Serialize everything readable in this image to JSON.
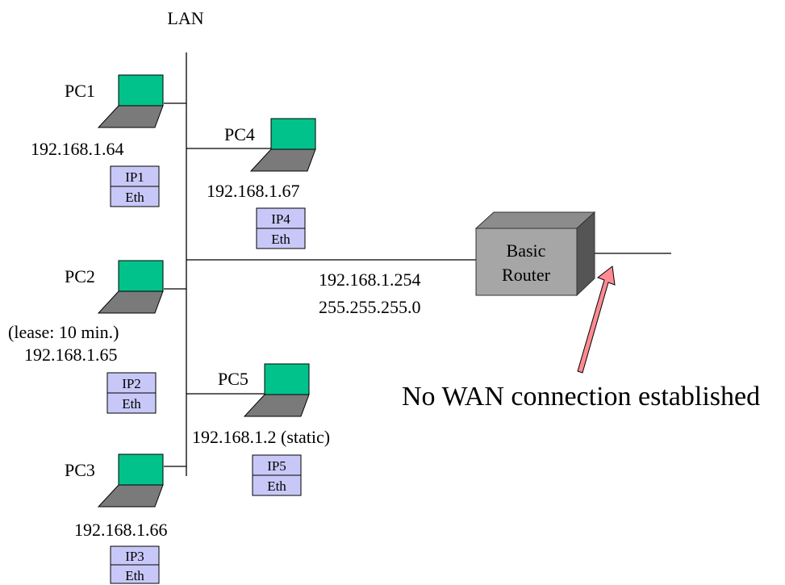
{
  "lan_label": "LAN",
  "router": {
    "line1": "Basic",
    "line2": "Router",
    "ip": "192.168.1.254",
    "mask": "255.255.255.0"
  },
  "wan_note": "No WAN connection established",
  "pcs": {
    "pc1": {
      "name": "PC1",
      "ip": "192.168.1.64",
      "stack_top": "IP1",
      "stack_bottom": "Eth"
    },
    "pc2": {
      "name": "PC2",
      "lease": "(lease: 10 min.)",
      "ip": "192.168.1.65",
      "stack_top": "IP2",
      "stack_bottom": "Eth"
    },
    "pc3": {
      "name": "PC3",
      "ip": "192.168.1.66",
      "stack_top": "IP3",
      "stack_bottom": "Eth"
    },
    "pc4": {
      "name": "PC4",
      "ip": "192.168.1.67",
      "stack_top": "IP4",
      "stack_bottom": "Eth"
    },
    "pc5": {
      "name": "PC5",
      "ip": "192.168.1.2 (static)",
      "stack_top": "IP5",
      "stack_bottom": "Eth"
    }
  },
  "colors": {
    "screen": "#00c28a",
    "keyboard": "#7a7a7a",
    "stack_fill": "#c8c8f8",
    "router_front": "#a6a6a6",
    "router_top": "#8c8c8c",
    "router_side": "#555555",
    "arrow": "#ff8a92"
  }
}
